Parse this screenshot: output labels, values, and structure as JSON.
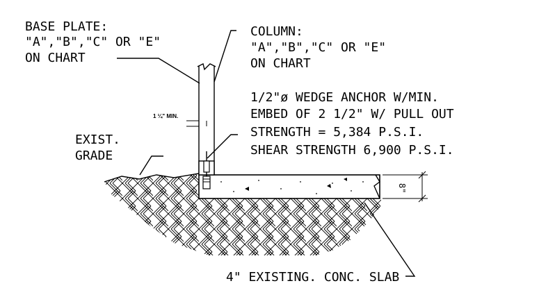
{
  "callouts": {
    "base_plate": {
      "line1": "BASE PLATE:",
      "line2": "\"A\",\"B\",\"C\" OR \"E\"",
      "line3": "ON CHART"
    },
    "column": {
      "line1": "COLUMN:",
      "line2": "\"A\",\"B\",\"C\" OR \"E\"",
      "line3": "ON CHART"
    },
    "anchor": {
      "line1": "1/2\"ø WEDGE ANCHOR W/MIN.",
      "line2": "EMBED OF 2 1/2\" W/ PULL OUT",
      "line3": "STRENGTH = 5,384 P.S.I.",
      "line4": "SHEAR STRENGTH 6,900 P.S.I."
    },
    "grade": {
      "line1": "EXIST.",
      "line2": "GRADE"
    },
    "min_dim": "1 ¼\" MIN.",
    "slab_dim": "8\"",
    "slab": "4\" EXISTING. CONC. SLAB"
  }
}
